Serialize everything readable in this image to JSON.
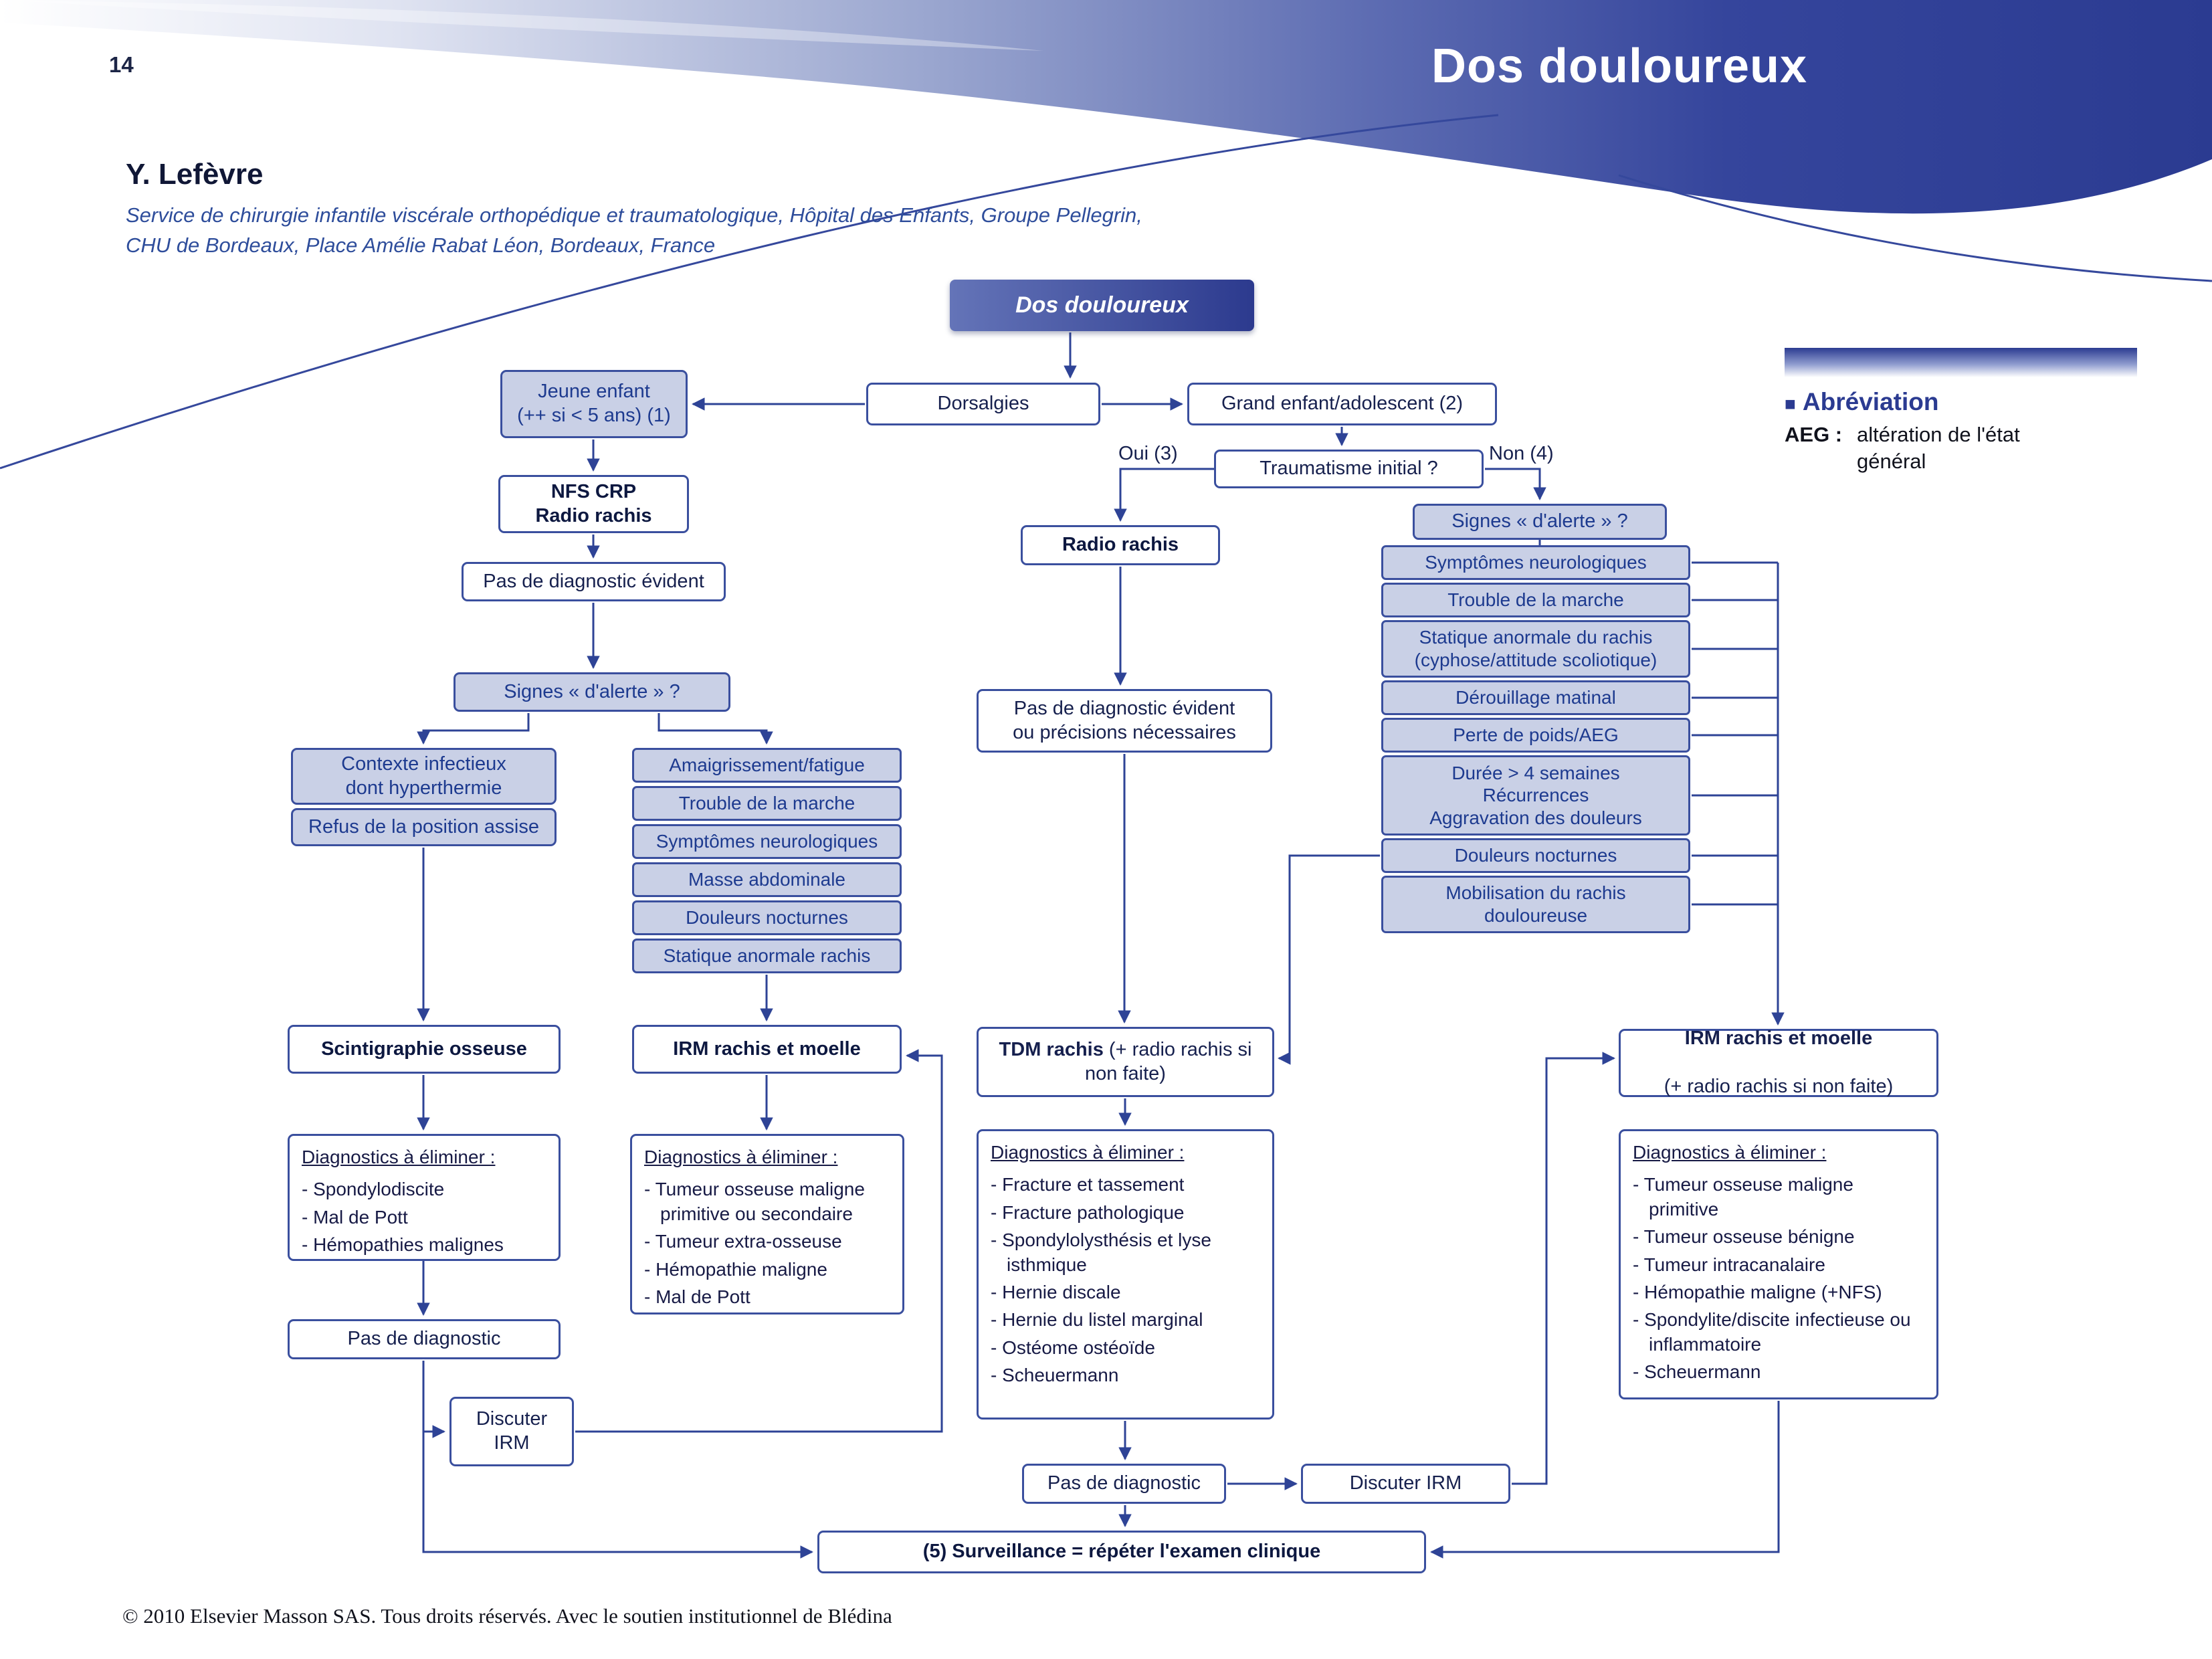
{
  "colors": {
    "navy": "#2b3b91",
    "box_border": "#3a4f9e",
    "light_blue_fill": "#c9d0e6",
    "blue_text": "#1d3a8f"
  },
  "page": {
    "number": "14",
    "header_title": "Dos douloureux",
    "author": "Y. Lefèvre",
    "affiliation_line1": "Service de chirurgie infantile viscérale orthopédique et traumatologique, Hôpital des Enfants, Groupe Pellegrin,",
    "affiliation_line2": "CHU de Bordeaux, Place Amélie Rabat Léon, Bordeaux, France",
    "footer": "© 2010 Elsevier Masson SAS. Tous droits réservés. Avec le soutien institutionnel de Blédina"
  },
  "abbreviation": {
    "bullet": "■",
    "title": "Abréviation",
    "term": "AEG :",
    "definition": "altération de l'état\ngénéral"
  },
  "flowchart": {
    "title": "Dos douloureux",
    "dorsalgies": "Dorsalgies",
    "jeune_enfant": "Jeune enfant\n(++ si < 5 ans) (1)",
    "grand_enfant": "Grand enfant/adolescent (2)",
    "traumatisme": "Traumatisme initial ?",
    "oui": "Oui (3)",
    "non": "Non (4)",
    "nfs": "NFS CRP\nRadio rachis",
    "pas_diag_evident": "Pas de diagnostic évident",
    "signes_alerte": "Signes « d'alerte » ?",
    "radio_rachis": "Radio rachis",
    "pas_diag_precisions": "Pas de diagnostic évident\nou précisions nécessaires",
    "contexte_infectieux": "Contexte infectieux\ndont hyperthermie",
    "refus_position": "Refus de la position assise",
    "alert_middle": {
      "items": [
        "Amaigrissement/fatigue",
        "Trouble de la marche",
        "Symptômes neurologiques",
        "Masse abdominale",
        "Douleurs nocturnes",
        "Statique anormale rachis"
      ]
    },
    "alert_right": {
      "items": [
        "Symptômes neurologiques",
        "Trouble de la marche",
        "Statique anormale du rachis\n(cyphose/attitude scoliotique)",
        "Dérouillage matinal",
        "Perte de poids/AEG",
        "Durée > 4 semaines\nRécurrences\nAggravation des douleurs",
        "Douleurs nocturnes",
        "Mobilisation du rachis\ndouloureuse"
      ]
    },
    "scintigraphie": "Scintigraphie osseuse",
    "irm_moelle": "IRM rachis et moelle",
    "tdm": {
      "bold": "TDM rachis",
      "rest": " (+ radio rachis si non faite)"
    },
    "irm_right": {
      "bold": "IRM rachis et moelle",
      "rest": "(+ radio rachis si non faite)"
    },
    "diag_scintigraphie": {
      "heading": "Diagnostics à éliminer :",
      "items": [
        "- Spondylodiscite",
        "- Mal de Pott",
        "- Hémopathies malignes"
      ]
    },
    "diag_irm_middle": {
      "heading": "Diagnostics à éliminer :",
      "items": [
        "- Tumeur osseuse maligne primitive ou secondaire",
        "- Tumeur extra-osseuse",
        "- Hémopathie maligne",
        "- Mal de Pott"
      ]
    },
    "diag_tdm": {
      "heading": "Diagnostics à éliminer :",
      "items": [
        "- Fracture et tassement",
        "- Fracture pathologique",
        "- Spondylolysthésis et lyse isthmique",
        "- Hernie discale",
        "- Hernie du listel marginal",
        "- Ostéome ostéoïde",
        "- Scheuermann"
      ]
    },
    "diag_irm_right": {
      "heading": "Diagnostics à éliminer :",
      "items": [
        "- Tumeur osseuse maligne primitive",
        "- Tumeur osseuse bénigne",
        "- Tumeur intracanalaire",
        "- Hémopathie maligne (+NFS)",
        "- Spondylite/discite infectieuse ou inflammatoire",
        "- Scheuermann"
      ]
    },
    "pas_diagnostic": "Pas de diagnostic",
    "discuter_irm_two_lines": "Discuter\nIRM",
    "discuter_irm": "Discuter IRM",
    "surveillance": "(5) Surveillance = répéter l'examen clinique"
  }
}
